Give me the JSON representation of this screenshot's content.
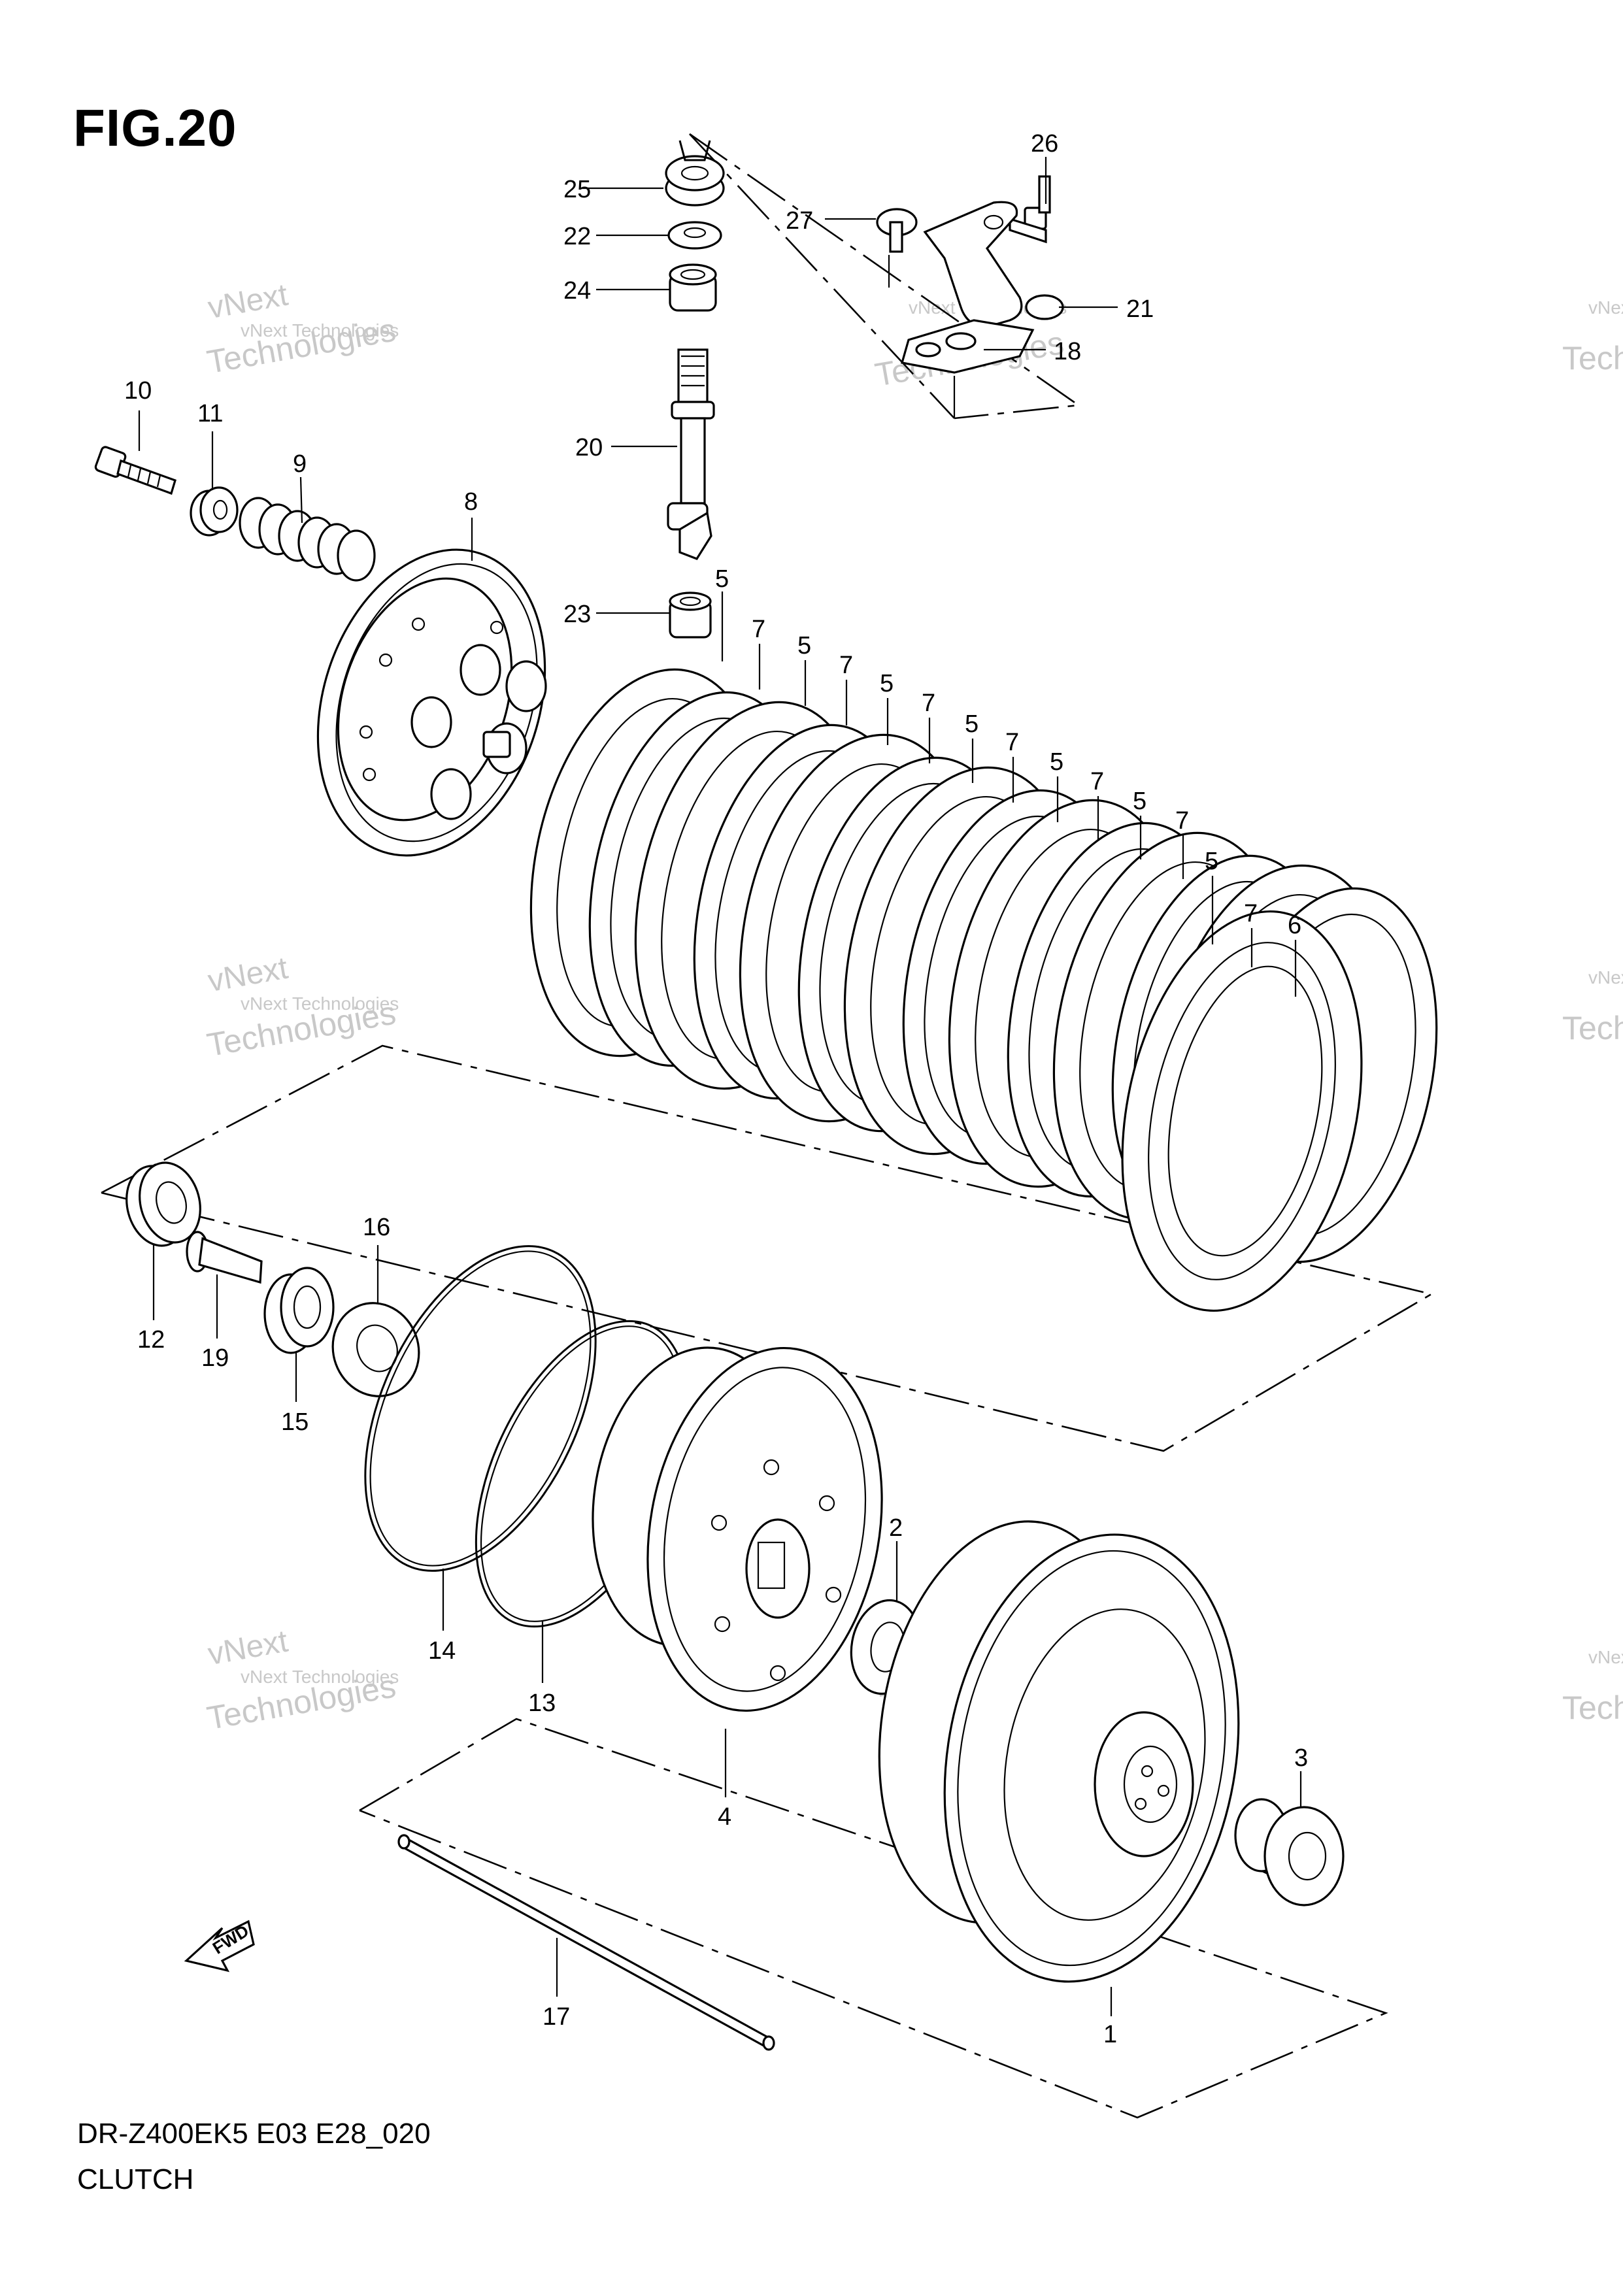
{
  "figure": {
    "title": "FIG.20",
    "model_code": "DR-Z400EK5 E03 E28_020",
    "section_name": "CLUTCH",
    "direction_label": "FWD"
  },
  "watermark": {
    "line1": "vNext Technologies",
    "line2": "vNext",
    "line3": "Technologies"
  },
  "callouts": [
    {
      "id": "c1",
      "label": "1"
    },
    {
      "id": "c2",
      "label": "2"
    },
    {
      "id": "c3",
      "label": "3"
    },
    {
      "id": "c4",
      "label": "4"
    },
    {
      "id": "c5a",
      "label": "5"
    },
    {
      "id": "c5b",
      "label": "5"
    },
    {
      "id": "c5c",
      "label": "5"
    },
    {
      "id": "c5d",
      "label": "5"
    },
    {
      "id": "c5e",
      "label": "5"
    },
    {
      "id": "c5f",
      "label": "5"
    },
    {
      "id": "c5g",
      "label": "5"
    },
    {
      "id": "c6",
      "label": "6"
    },
    {
      "id": "c7a",
      "label": "7"
    },
    {
      "id": "c7b",
      "label": "7"
    },
    {
      "id": "c7c",
      "label": "7"
    },
    {
      "id": "c7d",
      "label": "7"
    },
    {
      "id": "c7e",
      "label": "7"
    },
    {
      "id": "c7f",
      "label": "7"
    },
    {
      "id": "c7g",
      "label": "7"
    },
    {
      "id": "c8",
      "label": "8"
    },
    {
      "id": "c9",
      "label": "9"
    },
    {
      "id": "c10",
      "label": "10"
    },
    {
      "id": "c11",
      "label": "11"
    },
    {
      "id": "c12",
      "label": "12"
    },
    {
      "id": "c13",
      "label": "13"
    },
    {
      "id": "c14",
      "label": "14"
    },
    {
      "id": "c15",
      "label": "15"
    },
    {
      "id": "c16",
      "label": "16"
    },
    {
      "id": "c17",
      "label": "17"
    },
    {
      "id": "c18",
      "label": "18"
    },
    {
      "id": "c19",
      "label": "19"
    },
    {
      "id": "c20",
      "label": "20"
    },
    {
      "id": "c21",
      "label": "21"
    },
    {
      "id": "c22",
      "label": "22"
    },
    {
      "id": "c23",
      "label": "23"
    },
    {
      "id": "c24",
      "label": "24"
    },
    {
      "id": "c25",
      "label": "25"
    },
    {
      "id": "c26",
      "label": "26"
    },
    {
      "id": "c27",
      "label": "27"
    }
  ]
}
